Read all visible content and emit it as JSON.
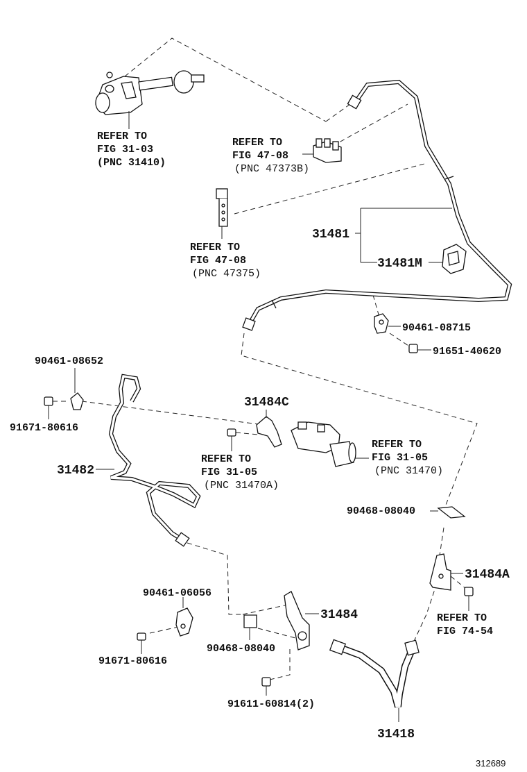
{
  "labels": {
    "ref_31410": [
      "REFER TO",
      "FIG 31-03",
      "(PNC 31410)"
    ],
    "ref_47373b": [
      "REFER TO",
      "FIG 47-08",
      "(PNC 47373B)"
    ],
    "ref_47375": [
      "REFER TO",
      "FIG 47-08",
      "(PNC 47375)"
    ],
    "ref_31470a": [
      "REFER TO",
      "FIG 31-05",
      "(PNC 31470A)"
    ],
    "ref_31470": [
      "REFER TO",
      "FIG 31-05",
      "(PNC 31470)"
    ],
    "ref_74_54": [
      "REFER TO",
      "FIG 74-54"
    ],
    "p31481": "31481",
    "p31481m": "31481M",
    "p90461_08715": "90461-08715",
    "p91651_40620": "91651-40620",
    "p90461_08652": "90461-08652",
    "p91671_80616_top": "91671-80616",
    "p31484c": "31484C",
    "p31482": "31482",
    "p90468_08040_right": "90468-08040",
    "p31484a": "31484A",
    "p90461_06056": "90461-06056",
    "p31484": "31484",
    "p91671_80616_bottom": "91671-80616",
    "p90468_08040_bottom": "90468-08040",
    "p91611_60814": "91611-60814(2)",
    "p31418": "31418",
    "figure_number": "312689"
  }
}
